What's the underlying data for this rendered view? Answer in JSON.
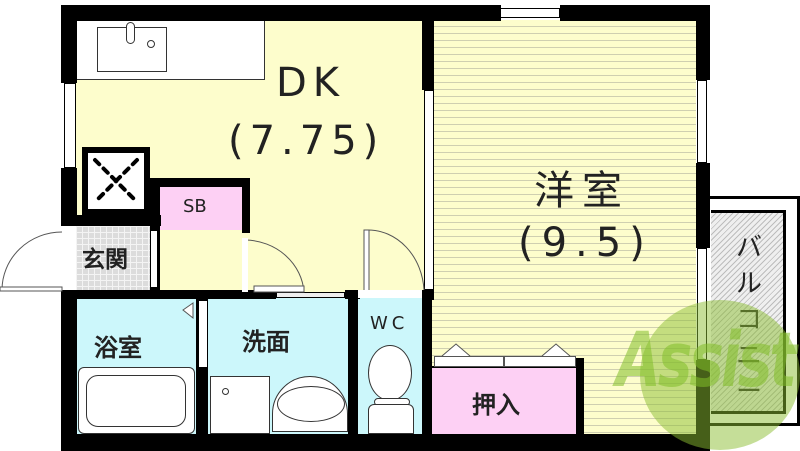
{
  "floor_plan": {
    "rooms": {
      "dk": {
        "name": "DK",
        "size": "(7.75)"
      },
      "western_room": {
        "name": "洋室",
        "size": "(9.5)"
      },
      "sb": {
        "name": "SB"
      },
      "entrance": {
        "name": "玄関"
      },
      "bathroom": {
        "name": "浴室"
      },
      "washroom": {
        "name": "洗面"
      },
      "wc": {
        "name": "WC"
      },
      "closet": {
        "name": "押入"
      },
      "balcony": {
        "name": "バルコニー",
        "chars": [
          "バ",
          "ル",
          "コ",
          "ニ",
          "ー"
        ]
      }
    },
    "watermark": {
      "text": "Assist",
      "color": "#9bc53d"
    },
    "colors": {
      "dk_floor": "#fdfdcc",
      "wet_area": "#ccf7fb",
      "storage": "#fdd0f4",
      "wall": "#000000"
    }
  }
}
